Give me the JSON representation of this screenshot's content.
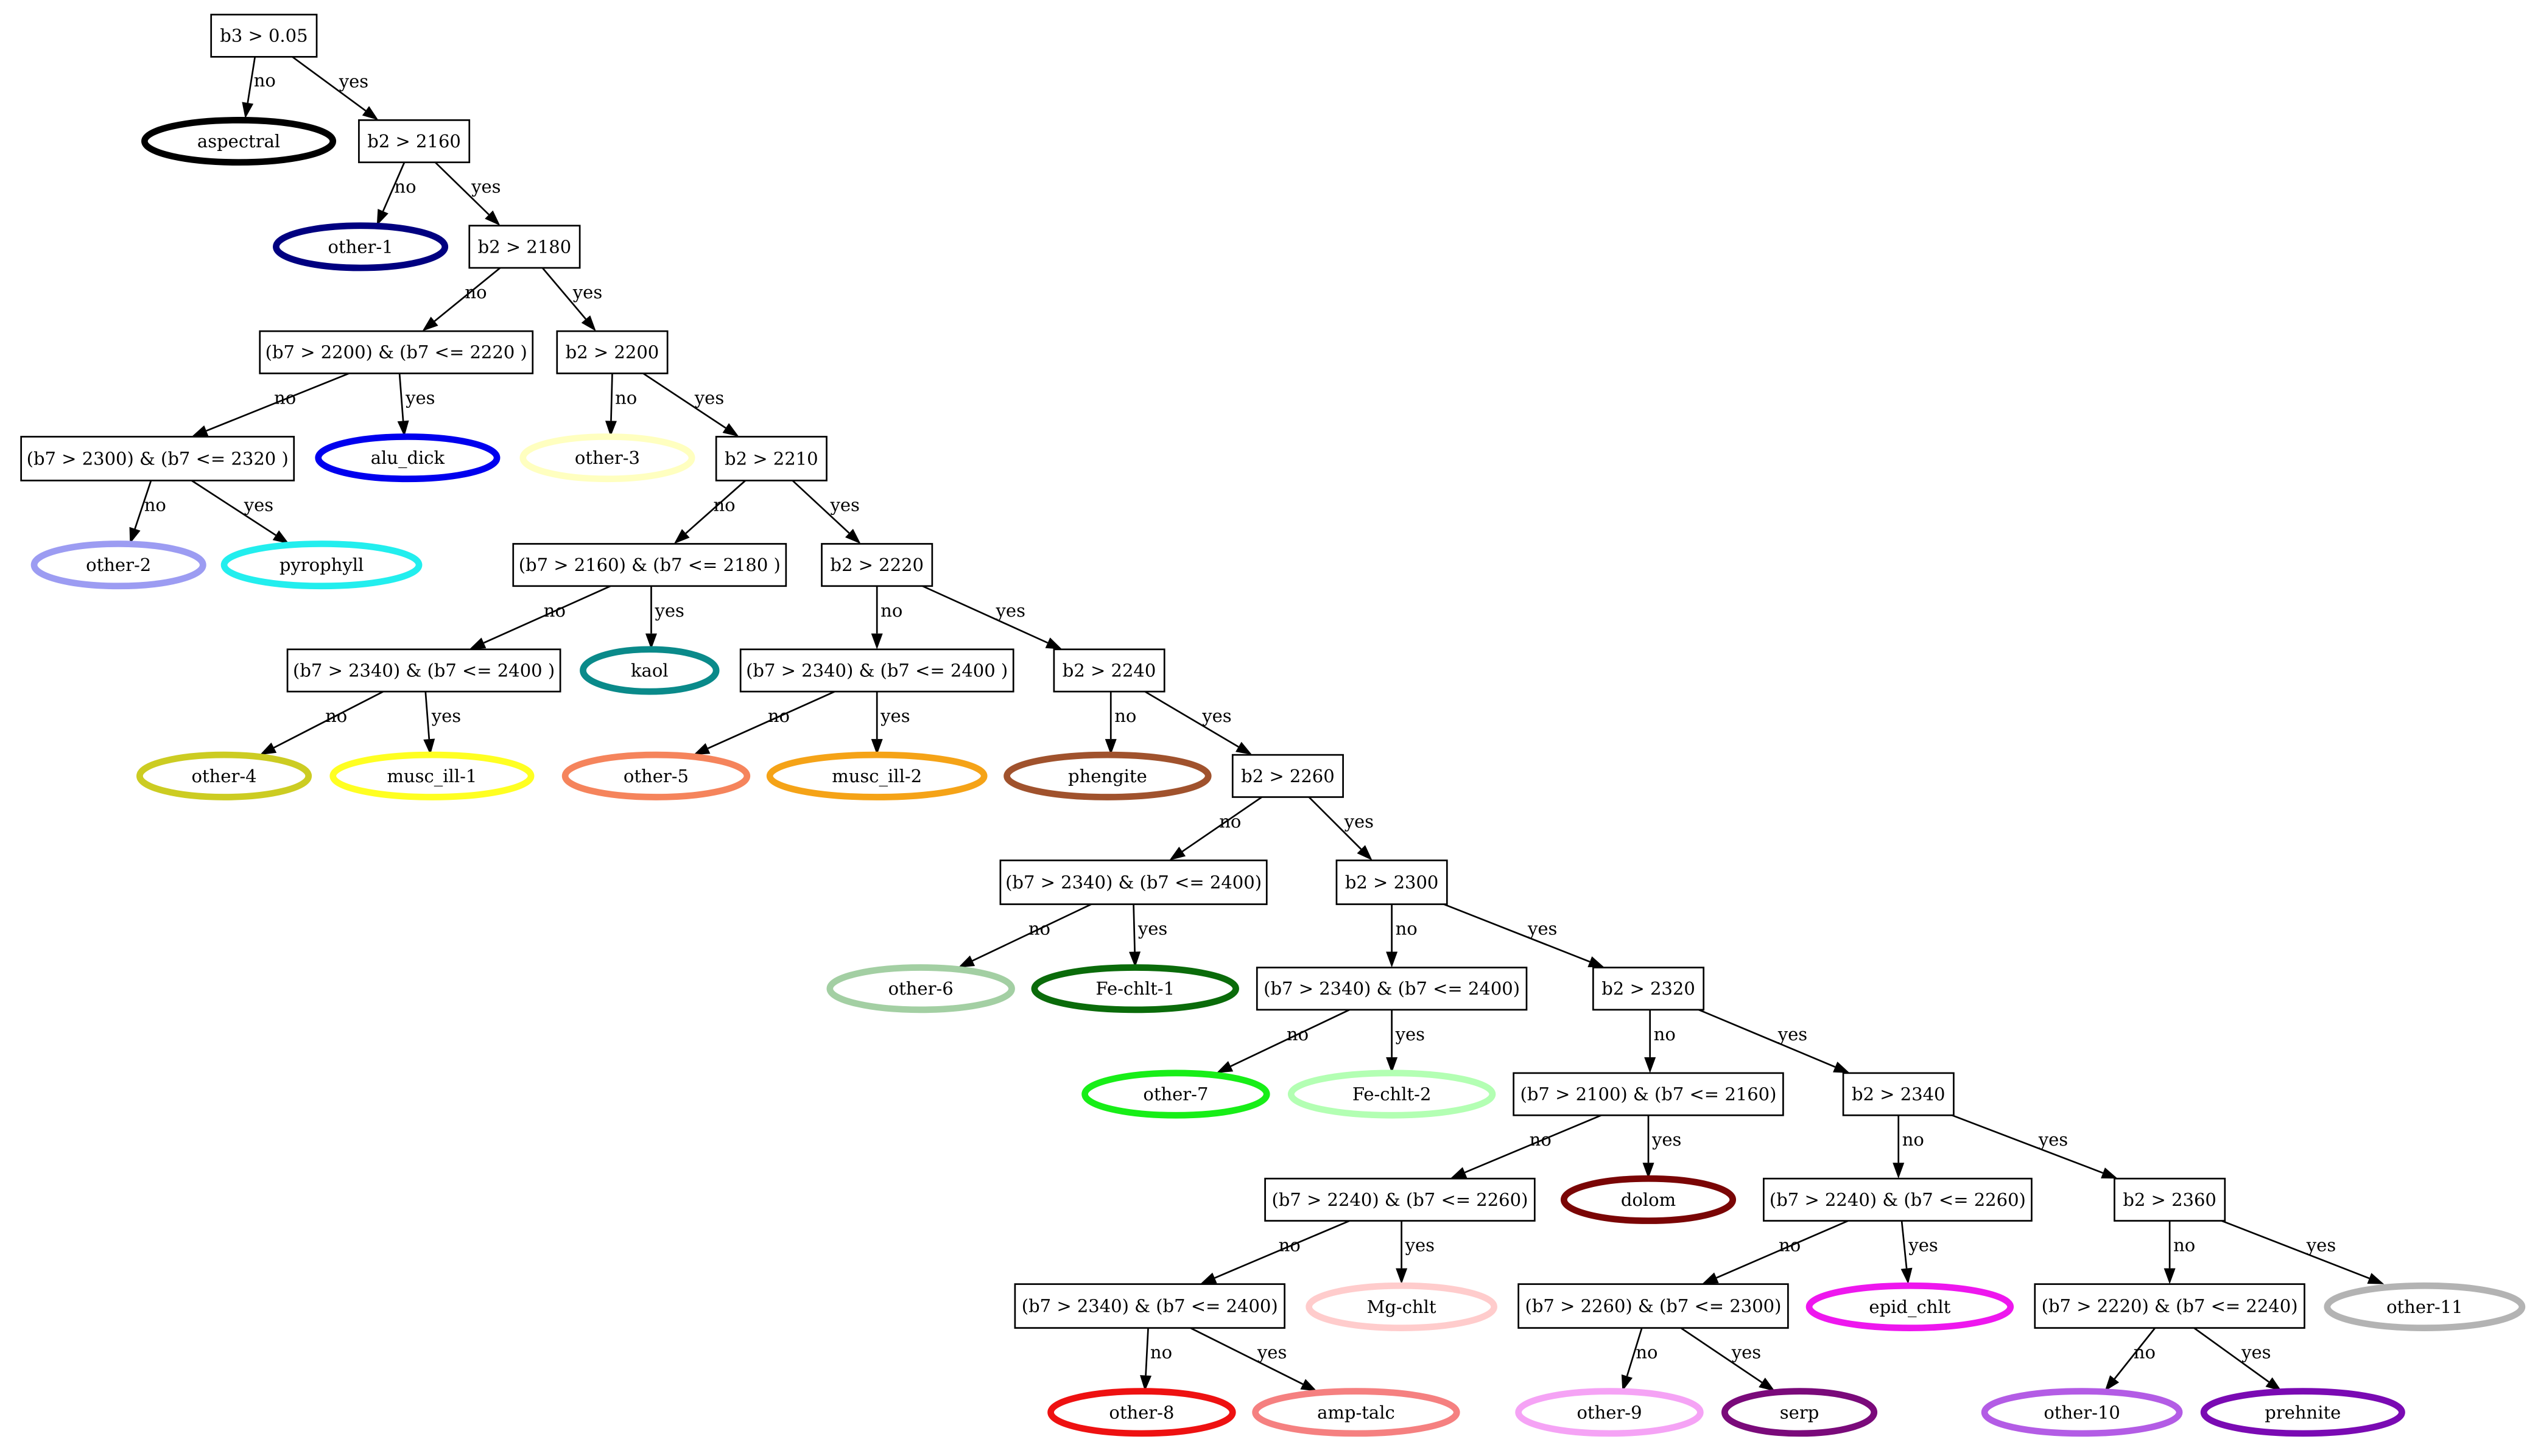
{
  "decision_nodes": [
    {
      "id": "n0",
      "label": "b3 > 0.05"
    },
    {
      "id": "n1",
      "label": "b2 > 2160"
    },
    {
      "id": "n2",
      "label": "b2 > 2180"
    },
    {
      "id": "n3",
      "label": "(b7 > 2200) & (b7 <= 2220 )"
    },
    {
      "id": "n4",
      "label": "b2 > 2200"
    },
    {
      "id": "n5",
      "label": "(b7 > 2300) & (b7 <= 2320 )"
    },
    {
      "id": "n6",
      "label": "b2 > 2210"
    },
    {
      "id": "n7",
      "label": "(b7 > 2160) & (b7 <= 2180 )"
    },
    {
      "id": "n8",
      "label": "b2 > 2220"
    },
    {
      "id": "n9",
      "label": "(b7 > 2340) & (b7 <= 2400 )"
    },
    {
      "id": "n10",
      "label": "(b7 > 2340) & (b7 <= 2400 )"
    },
    {
      "id": "n11",
      "label": "b2 > 2240"
    },
    {
      "id": "n12",
      "label": "b2 > 2260"
    },
    {
      "id": "n13",
      "label": "(b7 > 2340) & (b7 <= 2400)"
    },
    {
      "id": "n14",
      "label": "b2 > 2300"
    },
    {
      "id": "n15",
      "label": "(b7 > 2340) & (b7 <= 2400)"
    },
    {
      "id": "n16",
      "label": "b2 > 2320"
    },
    {
      "id": "n17",
      "label": "(b7 > 2100) & (b7 <= 2160)"
    },
    {
      "id": "n18",
      "label": "b2 > 2340"
    },
    {
      "id": "n19",
      "label": "(b7 > 2240) & (b7 <= 2260)"
    },
    {
      "id": "n20",
      "label": "(b7 > 2240) & (b7 <= 2260)"
    },
    {
      "id": "n21",
      "label": "b2 > 2360"
    },
    {
      "id": "n22",
      "label": "(b7 > 2340) & (b7 <= 2400)"
    },
    {
      "id": "n23",
      "label": "(b7 > 2260) & (b7 <= 2300)"
    },
    {
      "id": "n24",
      "label": "(b7 > 2220) & (b7 <= 2240)"
    }
  ],
  "leaf_nodes": [
    {
      "id": "aspectral",
      "label": "aspectral",
      "color": "#000000"
    },
    {
      "id": "other1",
      "label": "other-1",
      "color": "#000080"
    },
    {
      "id": "alu_dick",
      "label": "alu_dick",
      "color": "#0000ee"
    },
    {
      "id": "other3",
      "label": "other-3",
      "color": "#ffffc0"
    },
    {
      "id": "other2",
      "label": "other-2",
      "color": "#9c9cf2"
    },
    {
      "id": "pyrophyll",
      "label": "pyrophyll",
      "color": "#22eeee"
    },
    {
      "id": "kaol",
      "label": "kaol",
      "color": "#0a8a8a"
    },
    {
      "id": "other4",
      "label": "other-4",
      "color": "#cccc22"
    },
    {
      "id": "musc_ill_1",
      "label": "musc_ill-1",
      "color": "#ffff22"
    },
    {
      "id": "other5",
      "label": "other-5",
      "color": "#f5845c"
    },
    {
      "id": "musc_ill_2",
      "label": "musc_ill-2",
      "color": "#f5a317"
    },
    {
      "id": "phengite",
      "label": "phengite",
      "color": "#a0522d"
    },
    {
      "id": "other6",
      "label": "other-6",
      "color": "#a3cfa3"
    },
    {
      "id": "fe_chlt_1",
      "label": "Fe-chlt-1",
      "color": "#0a6b0a"
    },
    {
      "id": "other7",
      "label": "other-7",
      "color": "#17ee17"
    },
    {
      "id": "fe_chlt_2",
      "label": "Fe-chlt-2",
      "color": "#b3ffb3"
    },
    {
      "id": "dolom",
      "label": "dolom",
      "color": "#7a0505"
    },
    {
      "id": "mg_chlt",
      "label": "Mg-chlt",
      "color": "#ffcccc"
    },
    {
      "id": "epid_chlt",
      "label": "epid_chlt",
      "color": "#ee17ee"
    },
    {
      "id": "other11",
      "label": "other-11",
      "color": "#b3b3b3"
    },
    {
      "id": "other8",
      "label": "other-8",
      "color": "#ee1111"
    },
    {
      "id": "amp_talc",
      "label": "amp-talc",
      "color": "#f58080"
    },
    {
      "id": "other9",
      "label": "other-9",
      "color": "#f5a3f5"
    },
    {
      "id": "serp",
      "label": "serp",
      "color": "#7a0a7a"
    },
    {
      "id": "other10",
      "label": "other-10",
      "color": "#b35ce5"
    },
    {
      "id": "prehnite",
      "label": "prehnite",
      "color": "#7a0ab3"
    }
  ],
  "edges": [
    {
      "from": "n0",
      "to": "aspectral",
      "label": "no"
    },
    {
      "from": "n0",
      "to": "n1",
      "label": "yes"
    },
    {
      "from": "n1",
      "to": "other1",
      "label": "no"
    },
    {
      "from": "n1",
      "to": "n2",
      "label": "yes"
    },
    {
      "from": "n2",
      "to": "n3",
      "label": "no"
    },
    {
      "from": "n2",
      "to": "n4",
      "label": "yes"
    },
    {
      "from": "n3",
      "to": "n5",
      "label": "no"
    },
    {
      "from": "n3",
      "to": "alu_dick",
      "label": "yes"
    },
    {
      "from": "n4",
      "to": "other3",
      "label": "no"
    },
    {
      "from": "n4",
      "to": "n6",
      "label": "yes"
    },
    {
      "from": "n5",
      "to": "other2",
      "label": "no"
    },
    {
      "from": "n5",
      "to": "pyrophyll",
      "label": "yes"
    },
    {
      "from": "n6",
      "to": "n7",
      "label": "no"
    },
    {
      "from": "n6",
      "to": "n8",
      "label": "yes"
    },
    {
      "from": "n7",
      "to": "n9",
      "label": "no"
    },
    {
      "from": "n7",
      "to": "kaol",
      "label": "yes"
    },
    {
      "from": "n8",
      "to": "n10",
      "label": "no"
    },
    {
      "from": "n8",
      "to": "n11",
      "label": "yes"
    },
    {
      "from": "n9",
      "to": "other4",
      "label": "no"
    },
    {
      "from": "n9",
      "to": "musc_ill_1",
      "label": "yes"
    },
    {
      "from": "n10",
      "to": "other5",
      "label": "no"
    },
    {
      "from": "n10",
      "to": "musc_ill_2",
      "label": "yes"
    },
    {
      "from": "n11",
      "to": "phengite",
      "label": "no"
    },
    {
      "from": "n11",
      "to": "n12",
      "label": "yes"
    },
    {
      "from": "n12",
      "to": "n13",
      "label": "no"
    },
    {
      "from": "n12",
      "to": "n14",
      "label": "yes"
    },
    {
      "from": "n13",
      "to": "other6",
      "label": "no"
    },
    {
      "from": "n13",
      "to": "fe_chlt_1",
      "label": "yes"
    },
    {
      "from": "n14",
      "to": "n15",
      "label": "no"
    },
    {
      "from": "n14",
      "to": "n16",
      "label": "yes"
    },
    {
      "from": "n15",
      "to": "other7",
      "label": "no"
    },
    {
      "from": "n15",
      "to": "fe_chlt_2",
      "label": "yes"
    },
    {
      "from": "n16",
      "to": "n17",
      "label": "no"
    },
    {
      "from": "n16",
      "to": "n18",
      "label": "yes"
    },
    {
      "from": "n17",
      "to": "n19",
      "label": "no"
    },
    {
      "from": "n17",
      "to": "dolom",
      "label": "yes"
    },
    {
      "from": "n18",
      "to": "n20",
      "label": "no"
    },
    {
      "from": "n18",
      "to": "n21",
      "label": "yes"
    },
    {
      "from": "n19",
      "to": "n22",
      "label": "no"
    },
    {
      "from": "n19",
      "to": "mg_chlt",
      "label": "yes"
    },
    {
      "from": "n20",
      "to": "n23",
      "label": "no"
    },
    {
      "from": "n20",
      "to": "epid_chlt",
      "label": "yes"
    },
    {
      "from": "n21",
      "to": "n24",
      "label": "no"
    },
    {
      "from": "n21",
      "to": "other11",
      "label": "yes"
    },
    {
      "from": "n22",
      "to": "other8",
      "label": "no"
    },
    {
      "from": "n22",
      "to": "amp_talc",
      "label": "yes"
    },
    {
      "from": "n23",
      "to": "other9",
      "label": "no"
    },
    {
      "from": "n23",
      "to": "serp",
      "label": "yes"
    },
    {
      "from": "n24",
      "to": "other10",
      "label": "no"
    },
    {
      "from": "n24",
      "to": "prehnite",
      "label": "yes"
    }
  ]
}
